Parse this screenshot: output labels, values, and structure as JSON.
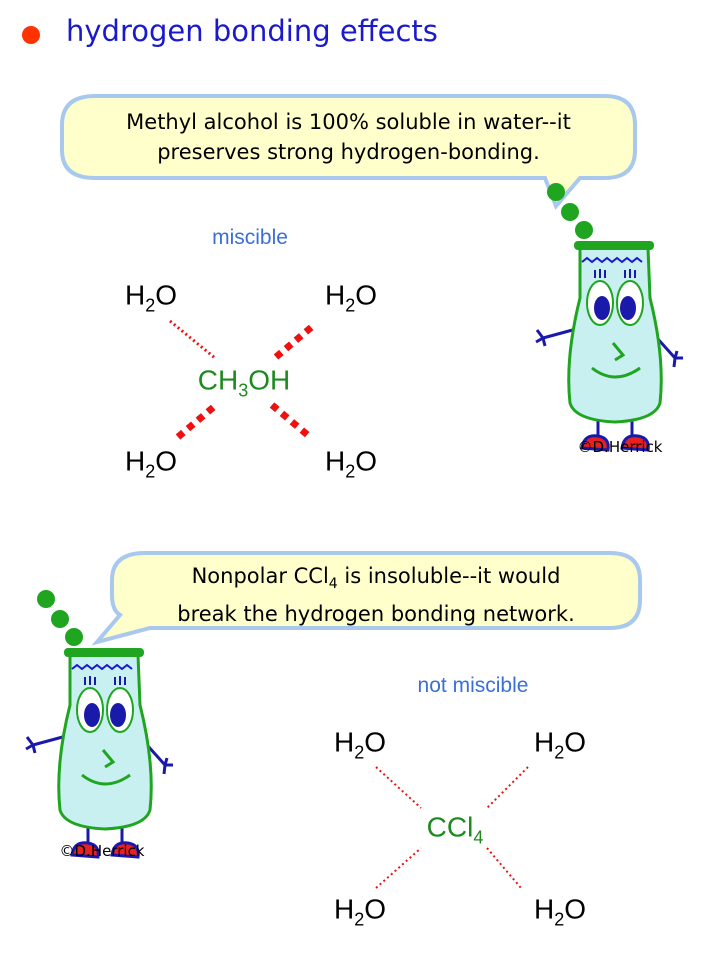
{
  "title": "hydrogen bonding effects",
  "colors": {
    "bullet": "#ff3300",
    "title": "#1a1acc",
    "label": "#3a6fd8",
    "molecule": "#1e8a1e",
    "bond": "#ee1111",
    "bubble_fill": "#ffffcc",
    "bubble_border": "#a8c8ee"
  },
  "section1": {
    "bubble_lines": [
      "Methyl alcohol is 100% soluble in water--it",
      "preserves strong hydrogen-bonding."
    ],
    "label": "miscible",
    "water": {
      "a": "H",
      "sub": "2",
      "b": "O"
    },
    "center": {
      "a": "CH",
      "sub": "3",
      "b": "OH"
    },
    "copyright": "©D.Herrick"
  },
  "section2": {
    "bubble_line1": {
      "a": "Nonpolar CCl",
      "sub": "4",
      "b": " is insoluble--it would"
    },
    "bubble_line2": "break the hydrogen bonding network.",
    "label": "not miscible",
    "water": {
      "a": "H",
      "sub": "2",
      "b": "O"
    },
    "center": {
      "a": "CCl",
      "sub": "4",
      "b": ""
    },
    "copyright": "©D.Herrick"
  }
}
